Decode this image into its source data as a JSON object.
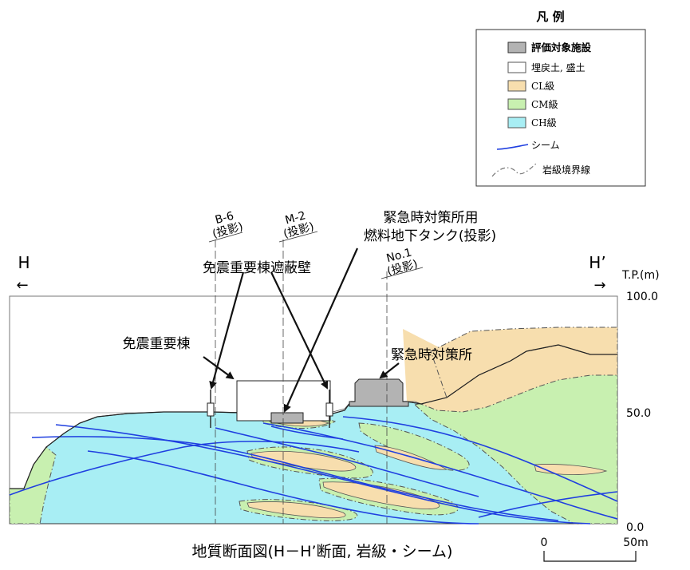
{
  "legend": {
    "title": "凡 例",
    "items": [
      {
        "label": "評価対象施設",
        "color": "#b3b3b3",
        "icon": "box-swatch"
      },
      {
        "label": "埋戻土, 盛土",
        "color": "#ffffff",
        "icon": "box-swatch"
      },
      {
        "label": "CL級",
        "color": "#f7deae",
        "icon": "box-swatch"
      },
      {
        "label": "CM級",
        "color": "#c8f0b0",
        "icon": "box-swatch"
      },
      {
        "label": "CH級",
        "color": "#a8eef4",
        "icon": "box-swatch"
      },
      {
        "label": "シーム",
        "color": "#1f3fe0",
        "icon": "seam-line"
      },
      {
        "label": "岩級境界線",
        "color": "#777777",
        "icon": "dash-dot-line"
      }
    ]
  },
  "section": {
    "left_mark": "H",
    "right_mark": "H’",
    "left_arrow": "←",
    "right_arrow": "→",
    "elevation_unit": "T.P.(m)",
    "elevation_ticks": [
      "100.0",
      "50.0",
      "0.0"
    ]
  },
  "boreholes": [
    {
      "label": "B-6",
      "sub": "(投影)"
    },
    {
      "label": "M-2",
      "sub": "(投影)"
    },
    {
      "label": "No.1",
      "sub": "(投影)"
    }
  ],
  "annotations": {
    "tank_line1": "緊急時対策所用",
    "tank_line2": "燃料地下タンク(投影)",
    "wall": "免震重要棟遮蔽壁",
    "building": "免震重要棟",
    "center": "緊急時対策所"
  },
  "caption": "地質断面図(H－H’断面, 岩級・シーム)",
  "scale_bar": {
    "zero": "0",
    "end": "50m"
  },
  "colors": {
    "ch": "#a8eef4",
    "cm": "#c8f0b0",
    "cl": "#f7deae",
    "facility": "#b3b3b3",
    "seam": "#1f3fe0",
    "boundary": "#777777"
  }
}
